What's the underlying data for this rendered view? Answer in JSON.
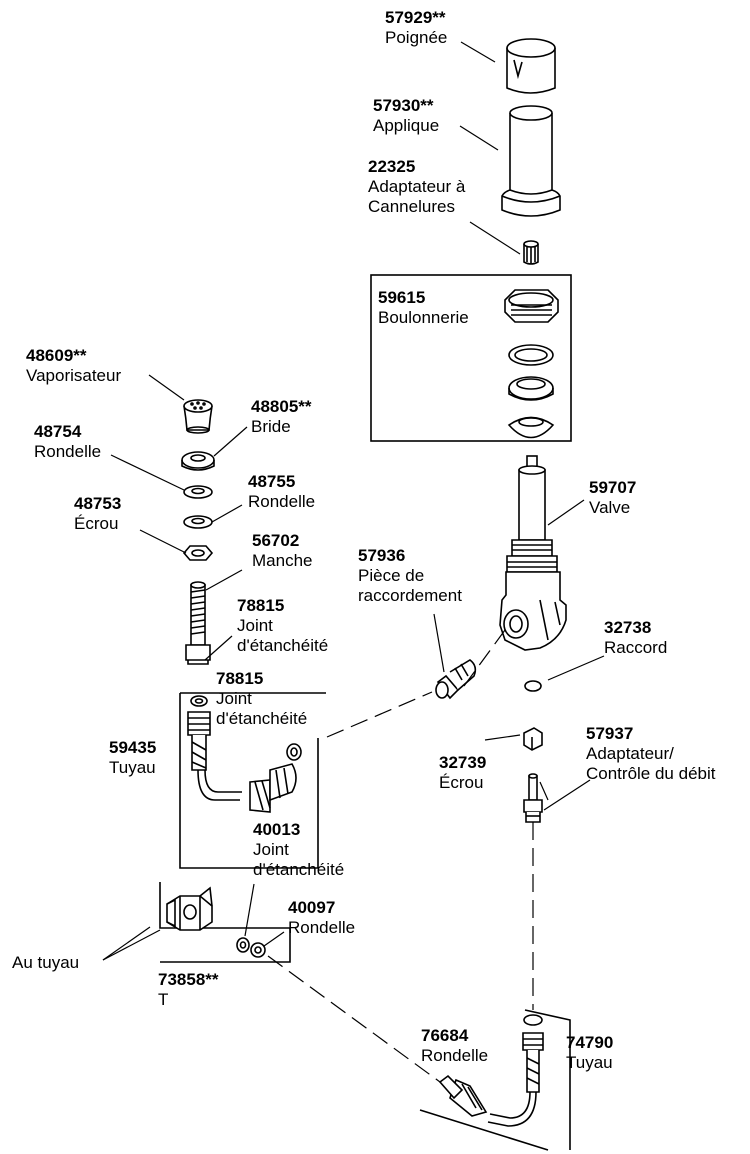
{
  "colors": {
    "line": "#000000",
    "background": "#ffffff",
    "shade": "#cfcfcf"
  },
  "parts": [
    {
      "id": "handle",
      "number": "57929**",
      "name": "Poignée"
    },
    {
      "id": "escutcheon",
      "number": "57930**",
      "name": "Applique"
    },
    {
      "id": "spline-adapter",
      "number": "22325",
      "name": "Adaptateur à",
      "name2": "Cannelures"
    },
    {
      "id": "hardware",
      "number": "59615",
      "name": "Boulonnerie"
    },
    {
      "id": "sprayer",
      "number": "48609**",
      "name": "Vaporisateur"
    },
    {
      "id": "bracket",
      "number": "48805**",
      "name": "Bride"
    },
    {
      "id": "washer-48754",
      "number": "48754",
      "name": "Rondelle"
    },
    {
      "id": "washer-48755",
      "number": "48755",
      "name": "Rondelle"
    },
    {
      "id": "nut-48753",
      "number": "48753",
      "name": "Écrou"
    },
    {
      "id": "shank",
      "number": "56702",
      "name": "Manche"
    },
    {
      "id": "valve",
      "number": "59707",
      "name": "Valve"
    },
    {
      "id": "connector",
      "number": "57936",
      "name": "Pièce de",
      "name2": "raccordement"
    },
    {
      "id": "seal-78815-a",
      "number": "78815",
      "name": "Joint",
      "name2": "d'étanchéité"
    },
    {
      "id": "seal-78815-b",
      "number": "78815",
      "name": "Joint",
      "name2": "d'étanchéité"
    },
    {
      "id": "fitting",
      "number": "32738",
      "name": "Raccord"
    },
    {
      "id": "hose-59435",
      "number": "59435",
      "name": "Tuyau"
    },
    {
      "id": "adapter-flow",
      "number": "57937",
      "name": "Adaptateur/",
      "name2": "Contrôle du débit"
    },
    {
      "id": "nut-32739",
      "number": "32739",
      "name": "Écrou"
    },
    {
      "id": "seal-40013",
      "number": "40013",
      "name": "Joint",
      "name2": "d'étanchéité"
    },
    {
      "id": "washer-40097",
      "number": "40097",
      "name": "Rondelle"
    },
    {
      "id": "tee",
      "number": "73858**",
      "name": "T"
    },
    {
      "id": "washer-76684",
      "number": "76684",
      "name": "Rondelle"
    },
    {
      "id": "hose-74790",
      "number": "74790",
      "name": "Tuyau"
    }
  ],
  "annotations": {
    "to_hose": "Au tuyau"
  }
}
